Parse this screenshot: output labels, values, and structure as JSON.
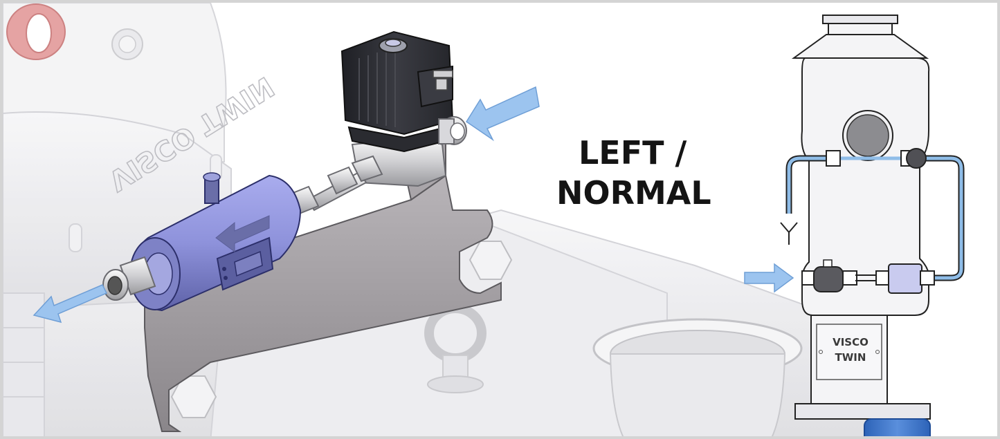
{
  "diagram": {
    "title_line1": "LEFT /",
    "title_line2": "NORMAL",
    "label_line1": "VISCO",
    "label_line2": "TWIN",
    "pump_casting_text": "VISCO TWIN",
    "colors": {
      "flow_arrow": "#9cc4ef",
      "flow_arrow_stroke": "#6f9fd6",
      "flow_meter": "#8b8fd6",
      "solenoid_coil": "#2e2f35",
      "bracket": "#9e9a9e",
      "pipe_blue": "#8fbde8",
      "pump_body": "#ececee",
      "accent_red": "#d46363",
      "base_blue": "#3b73c6"
    },
    "icons": [
      "inlet-arrow-icon",
      "outlet-arrow-icon",
      "flow-direction-arrow-icon",
      "drain-y-icon"
    ]
  }
}
